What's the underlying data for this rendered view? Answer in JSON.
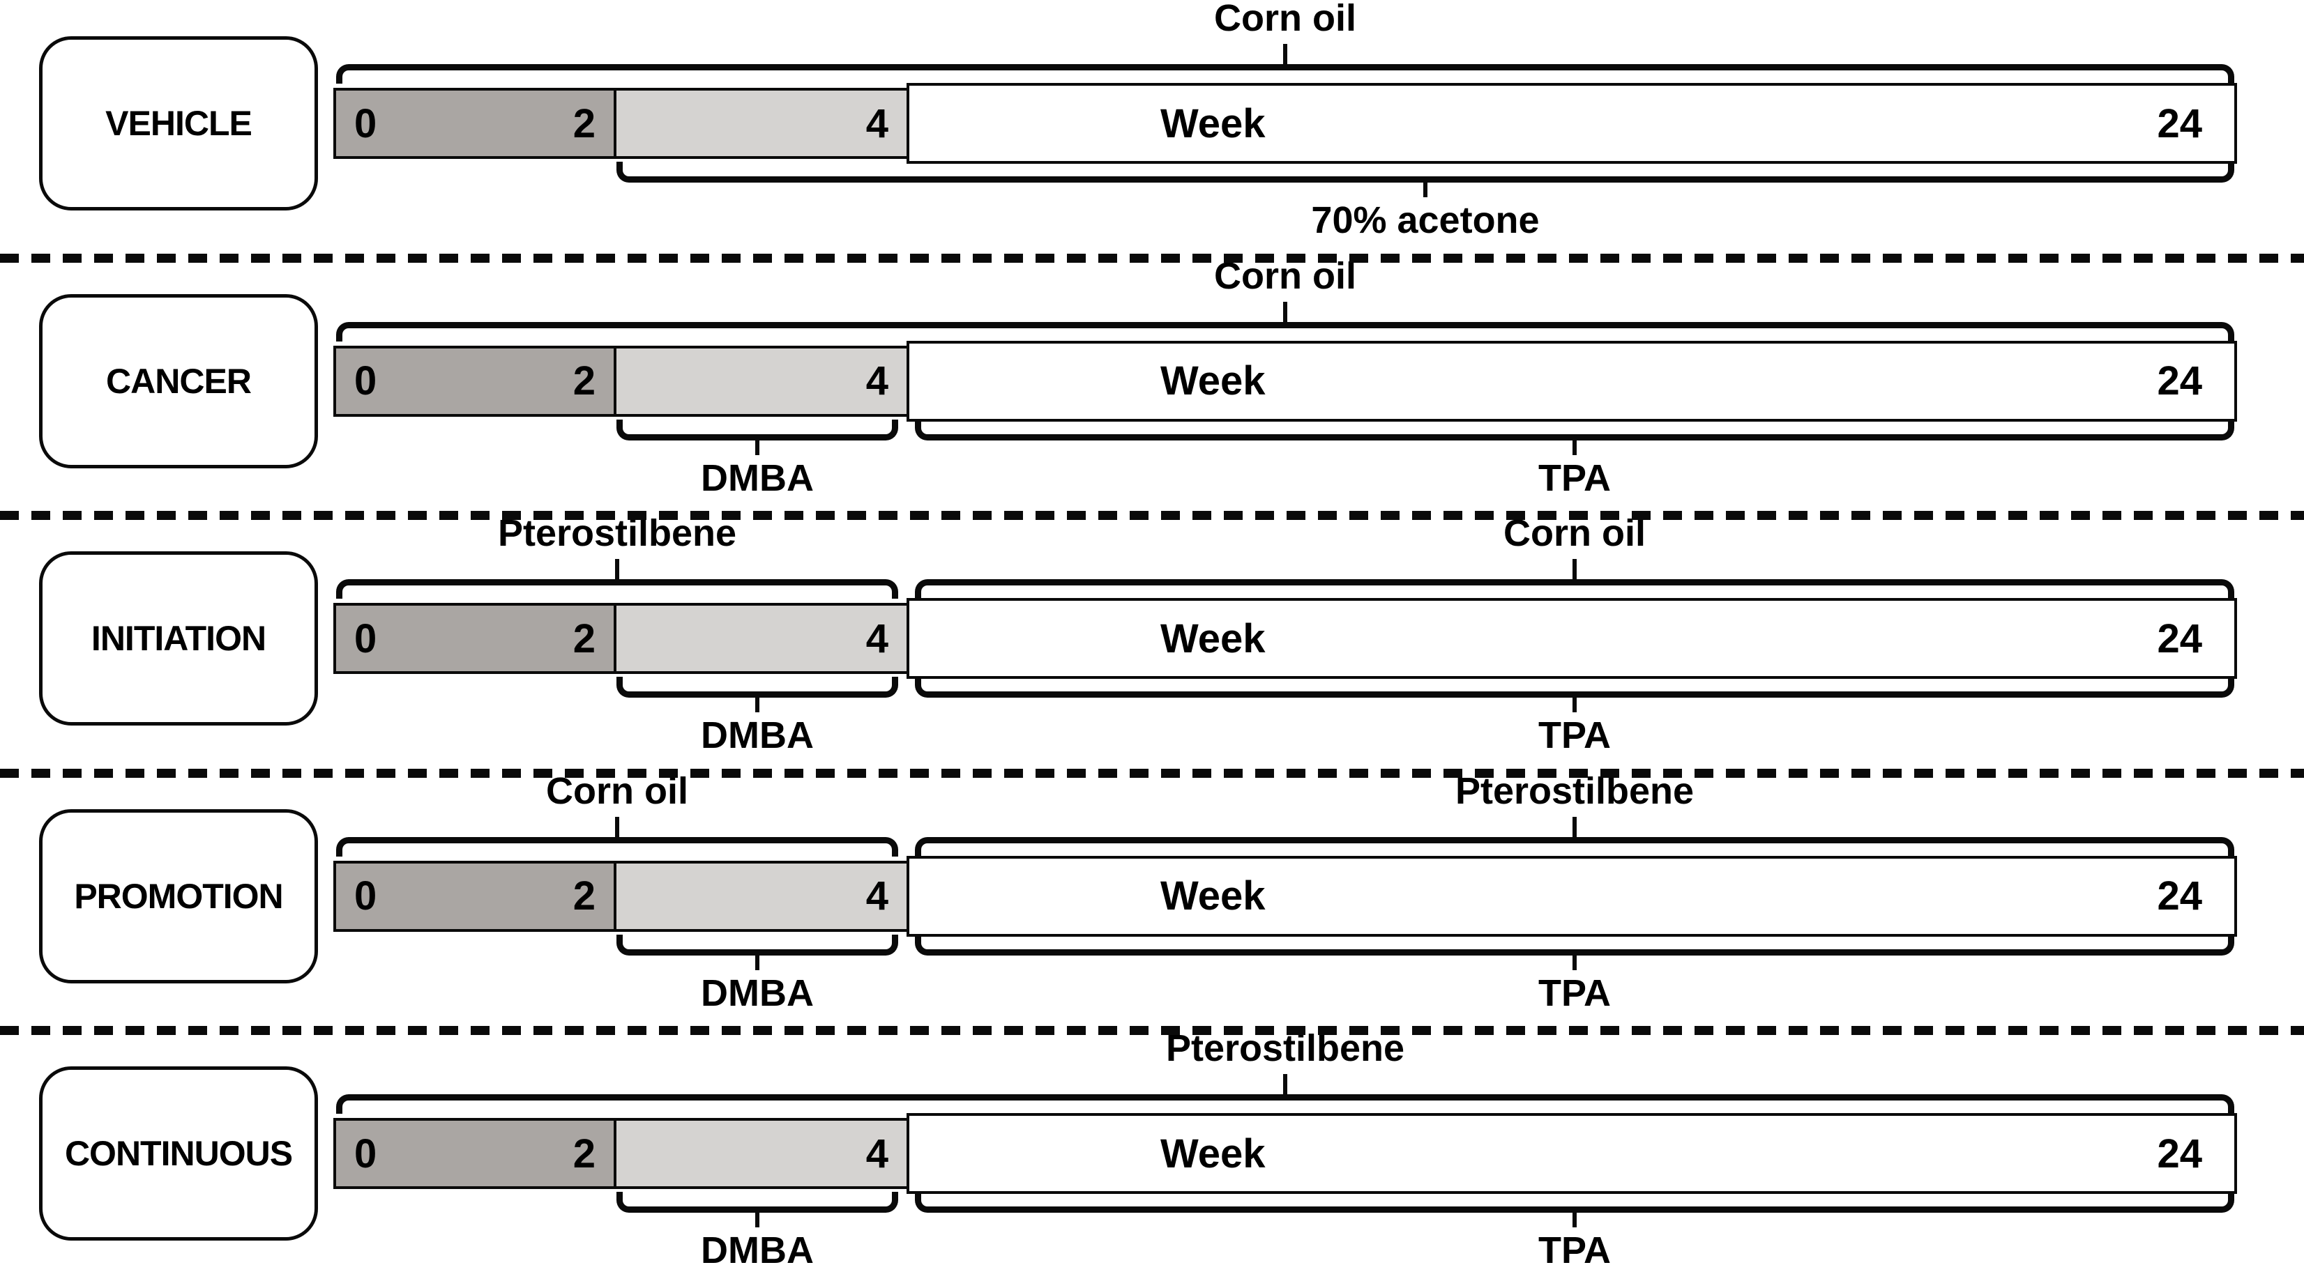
{
  "timeline": {
    "tick_start": "0",
    "tick_week2": "2",
    "tick_week4": "4",
    "axis_label": "Week",
    "tick_end": "24"
  },
  "colors": {
    "segment_week0_2": "#aaa6a3",
    "segment_week2_4": "#d5d3d1",
    "segment_week4_24": "#ffffff",
    "line": "#0a0a0a"
  },
  "groups": [
    {
      "name": "VEHICLE",
      "top_treatments": [
        {
          "label": "Corn oil",
          "from_week": 0,
          "to_week": 24
        }
      ],
      "bottom_treatments": [
        {
          "label": "70% acetone",
          "from_week": 2,
          "to_week": 24
        }
      ]
    },
    {
      "name": "CANCER",
      "top_treatments": [
        {
          "label": "Corn oil",
          "from_week": 0,
          "to_week": 24
        }
      ],
      "bottom_treatments": [
        {
          "label": "DMBA",
          "from_week": 2,
          "to_week": 4
        },
        {
          "label": "TPA",
          "from_week": 4,
          "to_week": 24
        }
      ]
    },
    {
      "name": "INITIATION",
      "top_treatments": [
        {
          "label": "Pterostilbene",
          "from_week": 0,
          "to_week": 4
        },
        {
          "label": "Corn oil",
          "from_week": 4,
          "to_week": 24
        }
      ],
      "bottom_treatments": [
        {
          "label": "DMBA",
          "from_week": 2,
          "to_week": 4
        },
        {
          "label": "TPA",
          "from_week": 4,
          "to_week": 24
        }
      ]
    },
    {
      "name": "PROMOTION",
      "top_treatments": [
        {
          "label": "Corn oil",
          "from_week": 0,
          "to_week": 4
        },
        {
          "label": "Pterostilbene",
          "from_week": 4,
          "to_week": 24
        }
      ],
      "bottom_treatments": [
        {
          "label": "DMBA",
          "from_week": 2,
          "to_week": 4
        },
        {
          "label": "TPA",
          "from_week": 4,
          "to_week": 24
        }
      ]
    },
    {
      "name": "CONTINUOUS",
      "top_treatments": [
        {
          "label": "Pterostilbene",
          "from_week": 0,
          "to_week": 24
        }
      ],
      "bottom_treatments": [
        {
          "label": "DMBA",
          "from_week": 2,
          "to_week": 4
        },
        {
          "label": "TPA",
          "from_week": 4,
          "to_week": 24
        }
      ]
    }
  ]
}
